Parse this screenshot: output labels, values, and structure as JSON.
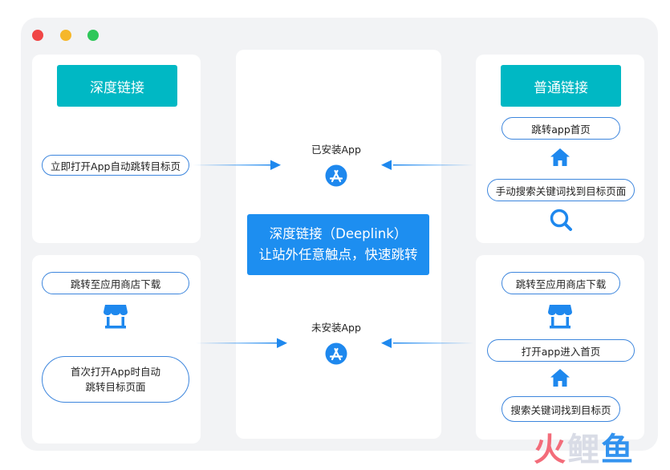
{
  "window": {
    "dot_colors": [
      "#f04646",
      "#f6b72a",
      "#2fc75a"
    ]
  },
  "colors": {
    "accent_teal": "#00b8c4",
    "accent_blue": "#1d8ef0",
    "pill_border": "#3d86dd",
    "icon_blue": "#1e88ee"
  },
  "left_top": {
    "title": "深度链接",
    "pill": "立即打开App自动跳转目标页"
  },
  "left_bottom": {
    "pill": "跳转至应用商店下载",
    "pill2_line1": "首次打开App时自动",
    "pill2_line2": "跳转目标页面"
  },
  "center": {
    "installed_label": "已安装App",
    "not_installed_label": "未安装App",
    "box_line1": "深度链接（Deeplink）",
    "box_line2": "让站外任意触点，快速跳转"
  },
  "right_top": {
    "title": "普通链接",
    "pill1": "跳转app首页",
    "pill2": "手动搜索关键词找到目标页面"
  },
  "right_bottom": {
    "pill1": "跳转至应用商店下载",
    "pill2": "打开app进入首页",
    "pill3": "搜索关键词找到目标页"
  },
  "watermark": {
    "text1": "火",
    "text2": "鲤",
    "text3": "鱼"
  },
  "icons": [
    "home-icon",
    "search-icon",
    "store-icon",
    "app-store-icon"
  ]
}
